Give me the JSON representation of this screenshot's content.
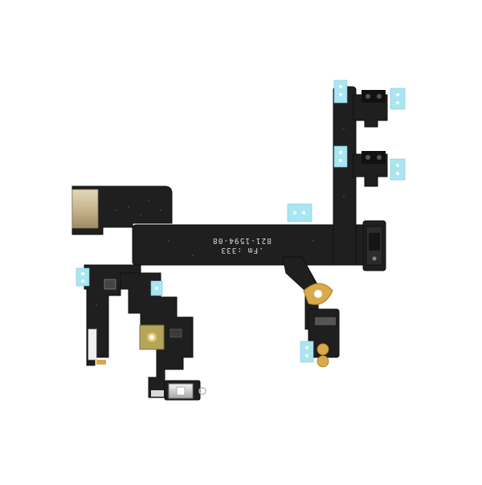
{
  "photo": {
    "subject": "flex-cable",
    "background_color": "#ffffff",
    "colors": {
      "flex_body": "#1f1f1f",
      "flex_edge": "#0f0f0f",
      "shield_tan": "#c9b58f",
      "tape_blue": "#a9e6f2",
      "gold_contact": "#d9a94a",
      "silver_metal": "#c8c8c8"
    },
    "silkscreen": {
      "part_number": "821-1594-08",
      "date_code": ".Fm :333"
    }
  }
}
